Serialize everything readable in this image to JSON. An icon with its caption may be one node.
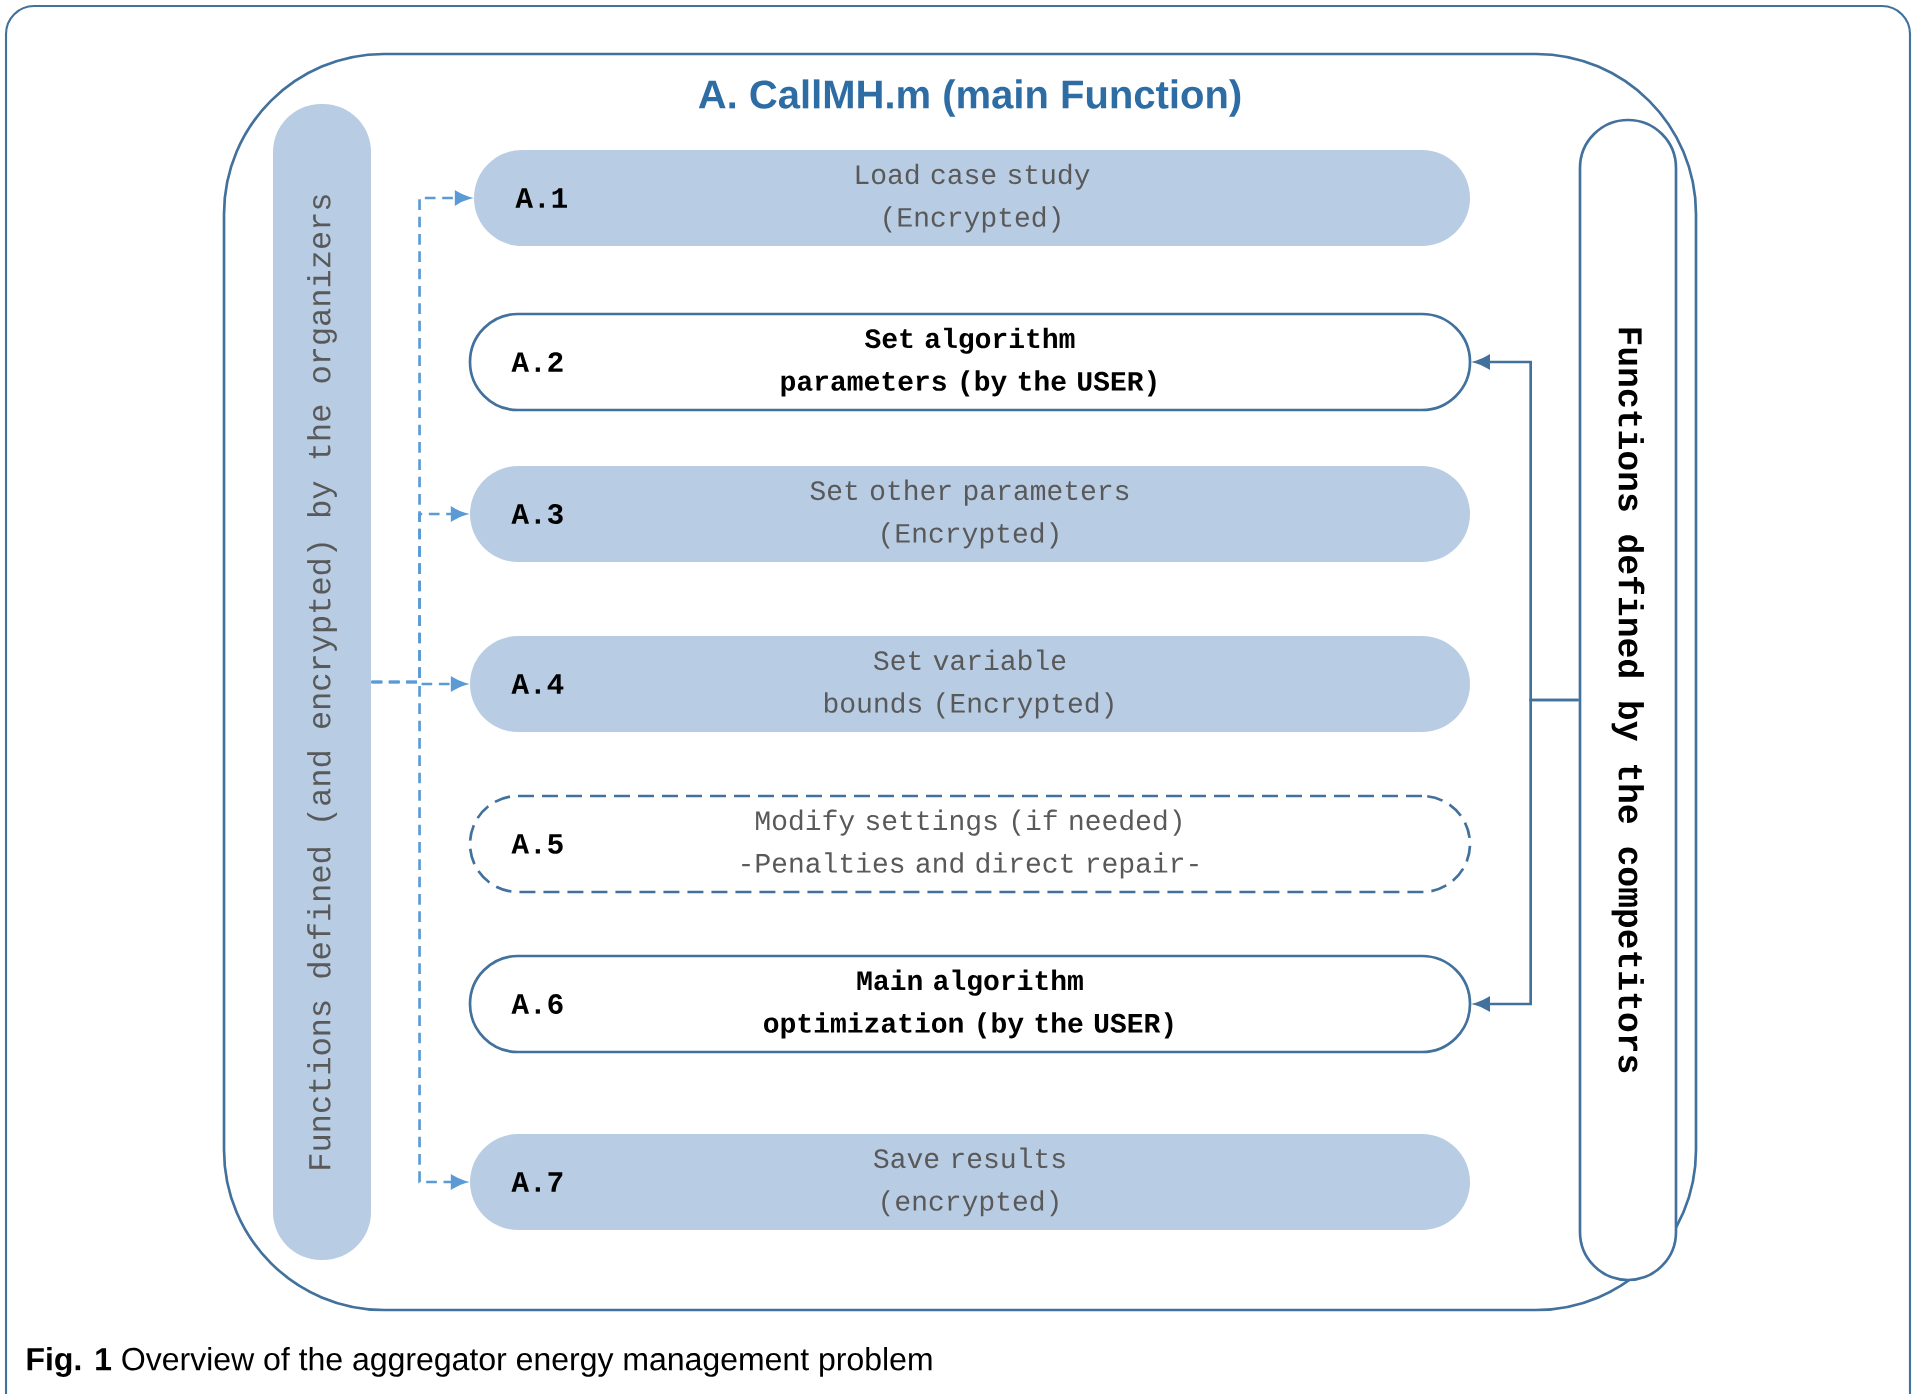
{
  "diagram": {
    "caption": "**Fig. 1** Overview of the aggregator energy management problem",
    "nodes": [
      {
        "text": [
          "A. CallMH.m (main Function)"
        ]
      },
      {
        "text": [
          "Functions defined (and encrypted) by the organizers"
        ],
        "in": 0
      },
      {
        "text": [
          "A.1",
          "Load case study (Encrypted)"
        ],
        "in": 0
      },
      {
        "text": [
          "A.2",
          "Set algorithm parameters (by the USER)"
        ],
        "in": 0
      },
      {
        "text": [
          "A.3",
          "Set other parameters (Encrypted)"
        ],
        "in": 0
      },
      {
        "text": [
          "A.4",
          "Set variable bounds (Encrypted)"
        ],
        "in": 0
      },
      {
        "text": [
          "A.5",
          "Modify settings (if needed) -Penalties and direct repair-"
        ],
        "in": 0
      },
      {
        "text": [
          "A.6",
          "Main algorithm optimization (by the USER)"
        ],
        "in": 0
      },
      {
        "text": [
          "A.7",
          "Save results (encrypted)"
        ],
        "in": 0
      },
      {
        "text": [
          "Functions defined by the competitors"
        ],
        "in": 0
      }
    ],
    "edges": [
      {
        "from": 1,
        "to": 2,
        "arrow": "to",
        "style": "dashed"
      },
      {
        "from": 1,
        "to": 4,
        "arrow": "to",
        "style": "dashed"
      },
      {
        "from": 1,
        "to": 5,
        "arrow": "to",
        "style": "dashed"
      },
      {
        "from": 1,
        "to": 8,
        "arrow": "to",
        "style": "dashed"
      },
      {
        "from": 9,
        "to": 3,
        "arrow": "to",
        "color": "#41719c"
      },
      {
        "from": 9,
        "to": 7,
        "arrow": "to",
        "color": "#41719c"
      }
    ]
  }
}
